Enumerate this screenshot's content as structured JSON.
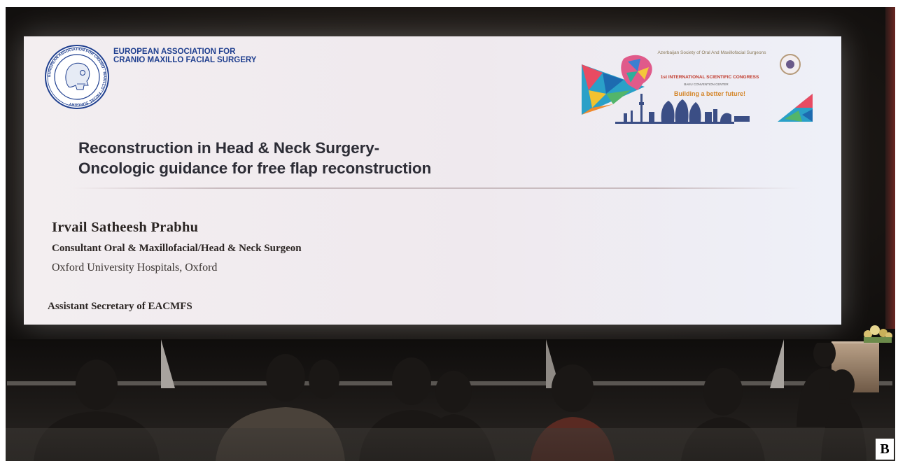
{
  "slide": {
    "association_name": "EUROPEAN ASSOCIATION FOR CRANIO MAXILLO FACIAL SURGERY",
    "seal_ring_text": "EUROPEAN ASSOCIATION FOR CRANIO · MAXILLO · FACIAL SURGERY",
    "congress_organizer": "Azerbaijan Society of Oral And Maxillofacial Surgeons",
    "congress_name": "1st INTERNATIONAL SCIENTIFIC CONGRESS",
    "congress_venue": "BAKU CONVENTION CENTER",
    "congress_tagline": "Building a better future!",
    "title_line1": "Reconstruction in Head & Neck Surgery-",
    "title_line2": "Oncologic guidance for free flap reconstruction",
    "speaker_name": "Irvail Satheesh Prabhu",
    "speaker_role": "Consultant Oral & Maxillofacial/Head & Neck Surgeon",
    "speaker_affiliation": "Oxford University Hospitals, Oxford",
    "speaker_position": "Assistant Secretary of EACMFS"
  },
  "figure": {
    "panel_label": "B"
  },
  "colors": {
    "association_blue": "#1f3f8f",
    "tagline_orange": "#d4862a",
    "congress_red": "#c0392b",
    "title_text": "#2d2d36"
  }
}
